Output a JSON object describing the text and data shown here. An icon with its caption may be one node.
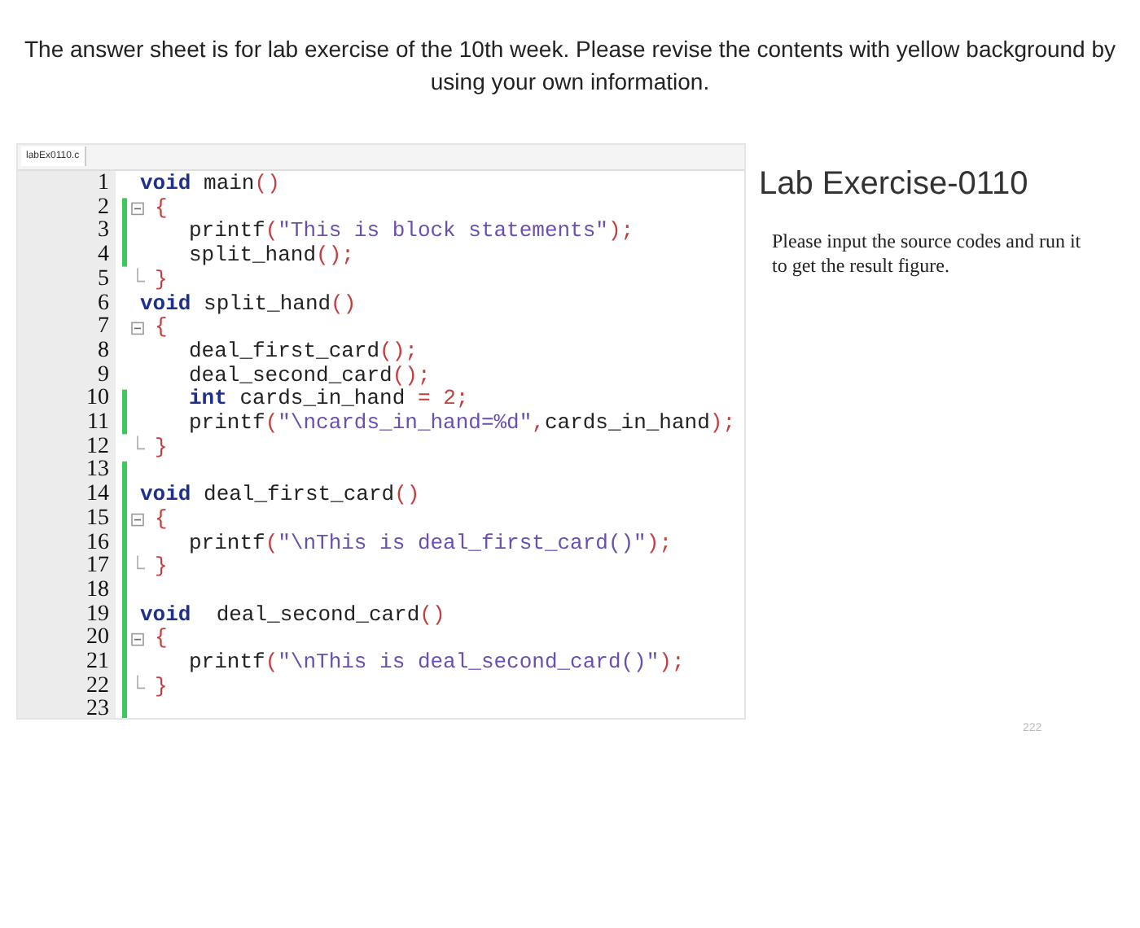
{
  "diagram": {
    "title": "The answer sheet is for lab exercise of the 10th week. Please revise the contents with yellow background by using your own information.",
    "labels": [
      "labEx0110.c",
      "1",
      "void main()",
      "2",
      "{",
      "3",
      "printf(\"This is block statements\");",
      "4",
      "split_hand();",
      "5",
      "}",
      "6",
      "void split_hand()",
      "7",
      "{",
      "8",
      "deal_first_card();",
      "9",
      "deal_second_card();",
      "10",
      "int cards_in_hand = 2;",
      "11",
      "printf(\"\\ncards_in_hand=%d\",cards_in_hand);",
      "12",
      "}",
      "13",
      "14",
      "void deal_first_card()",
      "15",
      "{",
      "16",
      "printf(\"\\nThis is deal_first_card()\");",
      "17",
      "}",
      "18",
      "19",
      "void  deal_second_card()",
      "20",
      "{",
      "21",
      "printf(\"\\nThis is deal_second_card()\");",
      "22",
      "}",
      "23",
      "Lab Exercise-0110",
      "Please input the source codes and run it to get the result figure.",
      "222"
    ]
  }
}
